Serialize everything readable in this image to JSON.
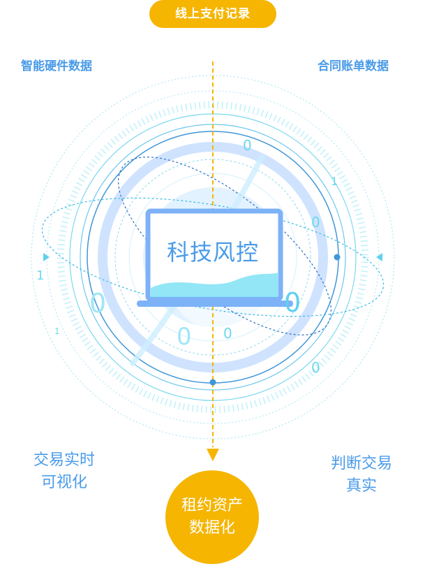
{
  "top_label": "线上支付记录",
  "left_label": "智能硬件数据",
  "right_label": "合同账单数据",
  "center_title": "科技风控",
  "bottom_left": [
    "交易实时",
    "可视化"
  ],
  "bottom_right": [
    "判断交易",
    "真实"
  ],
  "bottom_center": [
    "租约资产",
    "数据化"
  ],
  "digits": [
    "0",
    "1",
    "0",
    "1",
    "0",
    "0",
    "0",
    "1",
    "0",
    "0"
  ],
  "colors": {
    "accent_yellow": "#f5b500",
    "accent_blue": "#4a9be8",
    "cyan": "#35c8e8",
    "light_blue": "#cde4ff"
  }
}
